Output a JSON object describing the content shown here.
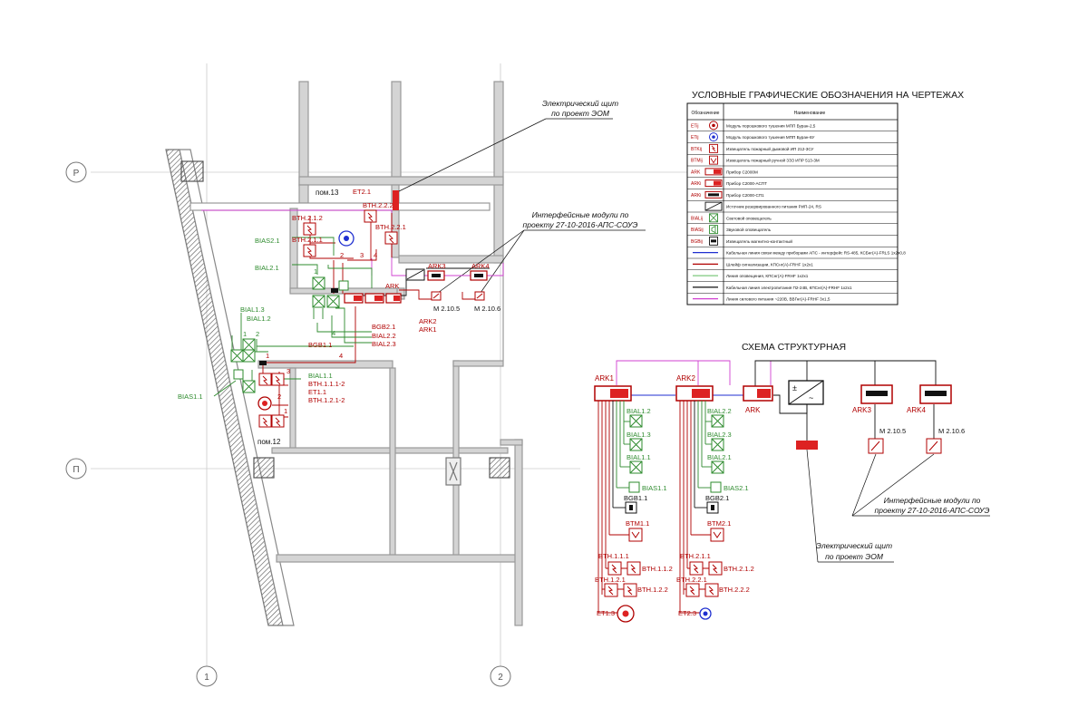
{
  "grid": {
    "row_p_top": "Р",
    "row_p_bottom": "П",
    "col_1": "1",
    "col_2": "2"
  },
  "rooms": {
    "room_13": "пом.13",
    "room_12": "пом.12"
  },
  "callouts": {
    "electrical_panel": [
      "Электрический щит",
      "по проект ЭОМ"
    ],
    "interface_modules": [
      "Интерфейсные модули по",
      "проекту  27-10-2016-АПС-СОУЭ"
    ]
  },
  "plan_labels": {
    "et21": "ET2.1",
    "bth212": "BTH.2.1.2",
    "bth211": "BTH.2.1.1",
    "bth222": "BTH.2.2.2",
    "bth221": "BTH.2.2.1",
    "bias21": "BIAS2.1",
    "bial21": "BIAL2.1",
    "bial13": "BIAL1.3",
    "bial12": "BIAL1.2",
    "bgb11": "BGB1.1",
    "bgb21": "BGB2.1",
    "bial22": "BIAL2.2",
    "bial23": "BIAL2.3",
    "ark": "ARK",
    "ark1": "ARK1",
    "ark2": "ARK2",
    "ark3": "ARK3",
    "ark4": "ARK4",
    "m2105": "M 2.10.5",
    "m2106": "M 2.10.6",
    "bial11": "BIAL1.1",
    "bth111_2": "BTH.1.1.1-2",
    "et11": "ET1.1",
    "bth121_2": "BTH.1.2.1-2",
    "bias11": "BIAS1.1",
    "n1": "1",
    "n2": "2",
    "n3": "3",
    "n4": "4",
    "n5": "5"
  },
  "legend": {
    "title": "УСЛОВНЫЕ ГРАФИЧЕСКИЕ ОБОЗНАЧЕНИЯ НА ЧЕРТЕЖАХ",
    "col_symbol": "Обозначение",
    "col_name": "Наименование",
    "rows": [
      {
        "code": "ETij",
        "name": "Модуль порошкового тушения МПП Буран-2,5",
        "icon": "red-circle"
      },
      {
        "code": "ETij",
        "name": "Модуль порошкового тушения МПП Буран-8У",
        "icon": "blue-circle"
      },
      {
        "code": "BTKij",
        "name": "Извещатель пожарный дымовой ИП 212-3СУ",
        "icon": "smoke-detector"
      },
      {
        "code": "BTMij",
        "name": "Извещатель пожарный ручной 3ЭЗ ИПР 513-3М",
        "icon": "manual-call-point"
      },
      {
        "code": "ARK",
        "name": "Прибор С2000М",
        "icon": "device-c2000m"
      },
      {
        "code": "ARKi",
        "name": "Прибор С2000-АСПТ",
        "icon": "device-aspt"
      },
      {
        "code": "ARKi",
        "name": "Прибор С2000-СП1",
        "icon": "device-sp1"
      },
      {
        "code": "",
        "name": "Источник резервированного питания РИП-24, RS",
        "icon": "power-supply"
      },
      {
        "code": "BIALij",
        "name": "Световой оповещатель",
        "icon": "light-annunciator"
      },
      {
        "code": "BIASij",
        "name": "Звуковой оповещатель",
        "icon": "sound-annunciator"
      },
      {
        "code": "BGBij",
        "name": "Извещатель магнитно-контактный",
        "icon": "magnetic-contact"
      },
      {
        "code": "",
        "name": "Кабельная линия связи между приборами АПС - интерфейс RS-485, КСБнг(А)-FRLS 1х2х0,8",
        "icon": "line-blue"
      },
      {
        "code": "",
        "name": "Шлейф сигнализации, КПСнг(А)-FRHF 1х2х1",
        "icon": "line-red"
      },
      {
        "code": "",
        "name": "Линия оповещения, КПСнг(А)-FRHF 1х2х1",
        "icon": "line-green"
      },
      {
        "code": "",
        "name": "Кабельная линия электропитания П2-24В, КПСнг(А)-FRHF 1х2х1",
        "icon": "line-black"
      },
      {
        "code": "",
        "name": "Линия силового питания ~220В, ВВГнг(А)-FRHF 3х1,5",
        "icon": "line-magenta"
      }
    ]
  },
  "schema": {
    "title": "СХЕМА СТРУКТУРНАЯ",
    "ark1": "ARK1",
    "ark2": "ARK2",
    "ark": "ARK",
    "ark3": "ARK3",
    "ark4": "ARK4",
    "m2105": "M 2.10.5",
    "m2106": "M 2.10.6",
    "ark1_items": {
      "bial12": "BIAL1.2",
      "bial13": "BIAL1.3",
      "bial11": "BIAL1.1",
      "bias11": "BIAS1.1",
      "bgb11": "BGB1.1",
      "btm11": "BTM1.1",
      "bth111": "BTH.1.1.1",
      "bth112": "BTH.1.1.2",
      "bth121": "BTH.1.2.1",
      "bth122": "BTH.1.2.2",
      "et13": "ET1.3"
    },
    "ark2_items": {
      "bial22": "BIAL2.2",
      "bial23": "BIAL2.3",
      "bial21": "BIAL2.1",
      "bias21": "BIAS2.1",
      "bgb21": "BGB2.1",
      "btm21": "BTM2.1",
      "bth211": "BTH.2.1.1",
      "bth212": "BTH.2.1.2",
      "bth221": "BTH.2.2.1",
      "bth222": "BTH.2.2.2",
      "et23": "ET2.3"
    },
    "electrical_panel": [
      "Электрический щит",
      "по проект ЭОМ"
    ],
    "interface_modules": [
      "Интерфейсные модули по",
      "проекту  27-10-2016-АПС-СОУЭ"
    ]
  },
  "colors": {
    "red": "#b00000",
    "fill_red": "#dd2222",
    "green": "#2e8b2e",
    "light_green": "#7ec87e",
    "blue": "#1f2fd0",
    "magenta": "#d040d0",
    "wall": "#999999"
  }
}
